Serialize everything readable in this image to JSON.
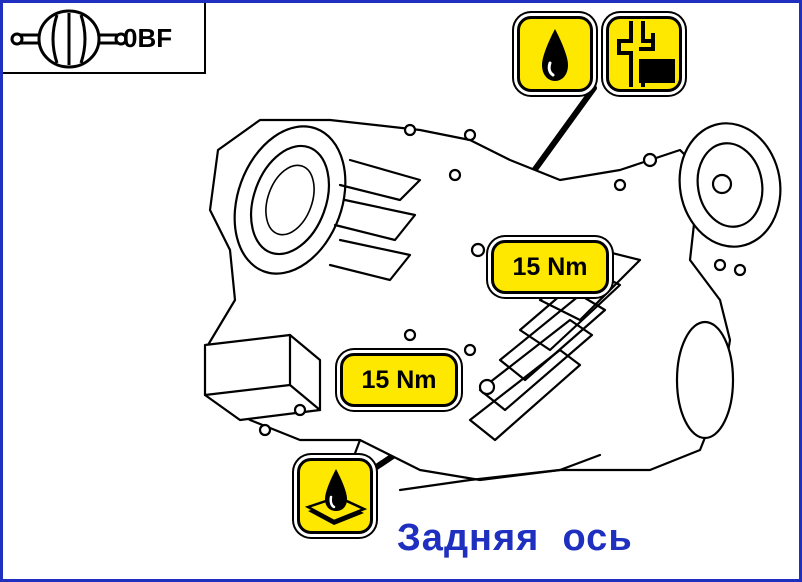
{
  "component_code": "0BF",
  "torque_labels": [
    "15 Nm",
    "15 Nm"
  ],
  "caption": "Задняя  ось",
  "colors": {
    "border": "#1f2fbf",
    "caption": "#1f2fbf",
    "label_fill": "#ffe800",
    "outline": "#000000"
  },
  "icons": [
    "axle-gearbox-icon",
    "oil-drop-icon",
    "oil-level-icon",
    "oil-drain-icon"
  ]
}
